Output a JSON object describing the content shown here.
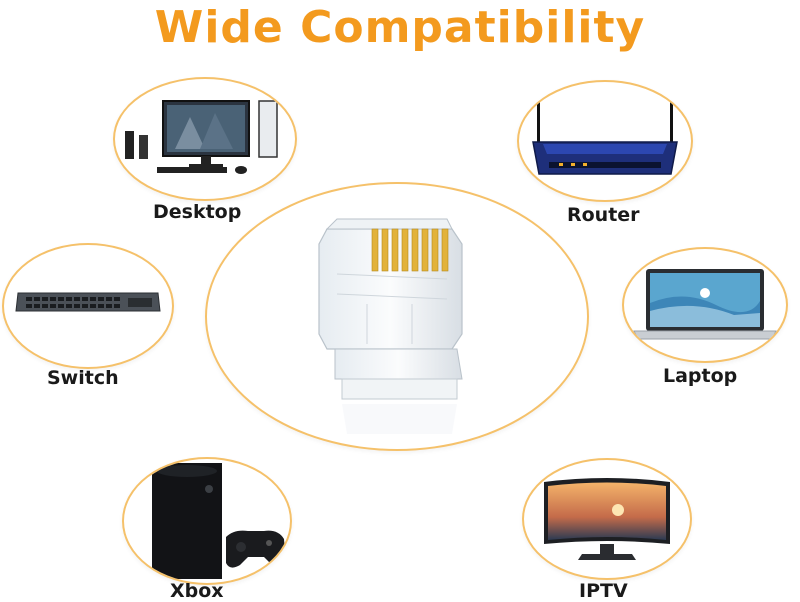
{
  "title": "Wide Compatibility",
  "accent_color": "#f39a1e",
  "ring_color": "#f5c16a",
  "center_product": {
    "icon": "rj45-connector-icon"
  },
  "devices": [
    {
      "id": "desktop",
      "label": "Desktop",
      "icon": "desktop-computer-icon"
    },
    {
      "id": "router",
      "label": "Router",
      "icon": "router-icon"
    },
    {
      "id": "switch",
      "label": "Switch",
      "icon": "network-switch-icon"
    },
    {
      "id": "laptop",
      "label": "Laptop",
      "icon": "laptop-icon"
    },
    {
      "id": "xbox",
      "label": "Xbox",
      "icon": "game-console-icon"
    },
    {
      "id": "iptv",
      "label": "IPTV",
      "icon": "monitor-tv-icon"
    }
  ]
}
